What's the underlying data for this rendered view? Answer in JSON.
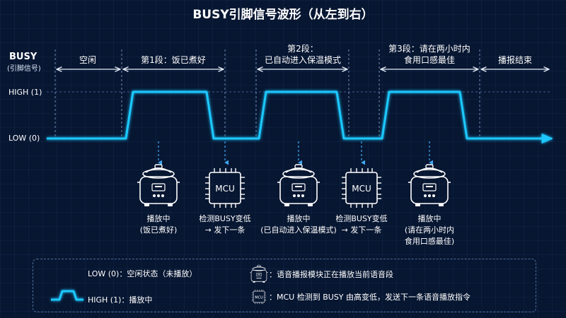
{
  "title": "BUSY引脚信号波形（从左到右）",
  "y_axis": {
    "name": "BUSY",
    "subname": "(引脚信号)",
    "high_label": "HIGH (1)",
    "low_label": "LOW (0)"
  },
  "segments": [
    {
      "lines": [
        "空闲"
      ]
    },
    {
      "lines": [
        "第1段：饭已煮好"
      ]
    },
    {
      "lines": [
        "第2段：",
        "已自动进入保温模式"
      ]
    },
    {
      "lines": [
        "第3段：请在两小时内",
        "食用口感最佳"
      ]
    },
    {
      "lines": [
        "播报结束"
      ]
    }
  ],
  "events": [
    {
      "icon": "rice-cooker-icon",
      "lines": [
        "播放中",
        "(饭已煮好)"
      ]
    },
    {
      "icon": "mcu-chip-icon",
      "chip_text": "MCU",
      "lines": [
        "检测BUSY变低",
        "→ 发下一条"
      ]
    },
    {
      "icon": "rice-cooker-icon",
      "lines": [
        "播放中",
        "(已自动进入保温模式)"
      ]
    },
    {
      "icon": "mcu-chip-icon",
      "chip_text": "MCU",
      "lines": [
        "检测BUSY变低",
        "→ 发下一条"
      ]
    },
    {
      "icon": "rice-cooker-icon",
      "lines": [
        "播放中",
        "(请在两小时内",
        "食用口感最佳)"
      ]
    }
  ],
  "legend": {
    "low": "LOW (0)：空闲状态（未播放）",
    "high": "HIGH (1)：播放中",
    "cooker": "：语音播报模块正在播放当前语音段",
    "mcu": "：MCU 检测到 BUSY 由高变低，发送下一条语音播放指令",
    "mcu_chip_text": "MCU"
  },
  "colors": {
    "background": "#071631",
    "signal": "#1ec8ff",
    "text": "#ffffff",
    "dim": "#9fb3cc"
  }
}
